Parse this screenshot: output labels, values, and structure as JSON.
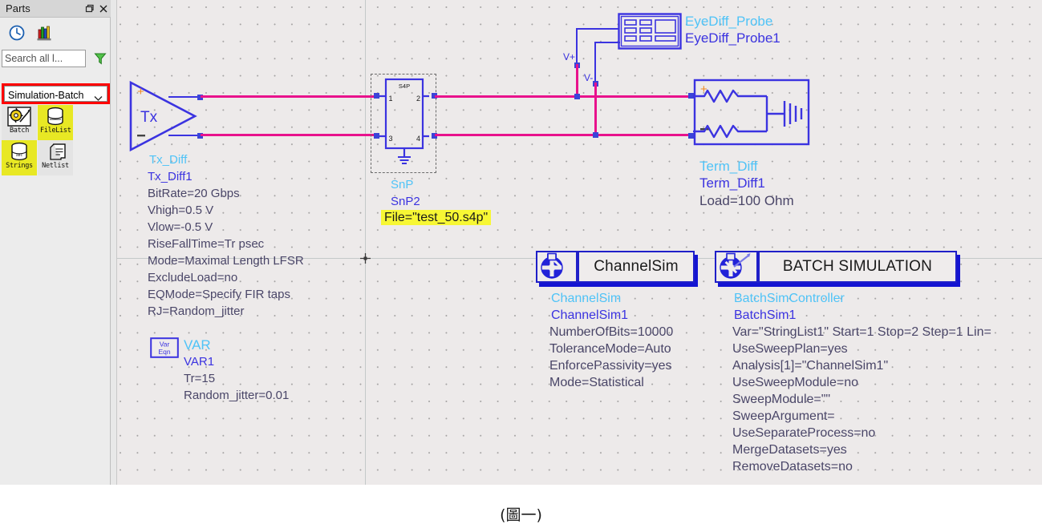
{
  "panel": {
    "title": "Parts",
    "titlebar_buttons": [
      {
        "name": "float-button",
        "icon": "float-icon"
      },
      {
        "name": "close-button",
        "icon": "close-icon"
      }
    ],
    "toolbar": [
      {
        "name": "recent-parts-button",
        "icon": "clock-icon",
        "title": "History"
      },
      {
        "name": "part-libraries-button",
        "icon": "library-icon",
        "title": "Libraries"
      }
    ],
    "search": {
      "value": "",
      "placeholder": "Search all l..."
    },
    "filter_icon": "funnel-icon",
    "category": {
      "selected": "Simulation-Batch",
      "chevron": "chevron-down-icon",
      "highlight_color": "#ff0000"
    },
    "parts": [
      {
        "label": "Batch",
        "icon": "batch-icon",
        "selected": false
      },
      {
        "label": "FileList",
        "icon": "filelist-icon",
        "selected": true
      },
      {
        "label": "Strings",
        "icon": "strings-icon",
        "selected": true
      },
      {
        "label": "Netlist",
        "icon": "netlist-icon",
        "selected": false
      }
    ]
  },
  "schematic": {
    "tx": {
      "symbol_label": "Tx",
      "plus": "+",
      "minus": "-",
      "name": "Tx_Diff",
      "instance": "Tx_Diff1",
      "params": [
        "BitRate=20 Gbps",
        "Vhigh=0.5 V",
        "Vlow=-0.5 V",
        "RiseFallTime=Tr psec",
        "Mode=Maximal Length LFSR",
        "ExcludeLoad=no",
        "EQMode=Specify FIR taps",
        "RJ=Random_jitter"
      ]
    },
    "var": {
      "symbol_line1": "Var",
      "symbol_line2": "Eqn",
      "name": "VAR",
      "instance": "VAR1",
      "params": [
        "Tr=15",
        "Random_jitter=0.01"
      ]
    },
    "snp": {
      "symbol_label": "S4P",
      "pins": [
        "1",
        "2",
        "3",
        "4"
      ],
      "name": "SnP",
      "instance": "SnP2",
      "file_param": "File=\"test_50.s4p\"",
      "file_param_highlighted": true
    },
    "probe": {
      "name": "EyeDiff_Probe",
      "instance": "EyeDiff_Probe1",
      "port_plus": "V+",
      "port_minus": "V-"
    },
    "term": {
      "plus": "+",
      "minus": "-",
      "name": "Term_Diff",
      "instance": "Term_Diff1",
      "params": [
        "Load=100 Ohm"
      ]
    },
    "channelsim_box": {
      "label": "ChannelSim",
      "icon": "gear-sim-icon"
    },
    "batchsim_box": {
      "label": "BATCH SIMULATION",
      "icon": "gear-batch-icon"
    },
    "channelsim": {
      "name": "ChannelSim",
      "instance": "ChannelSim1",
      "params": [
        "NumberOfBits=10000",
        "ToleranceMode=Auto",
        "EnforcePassivity=yes",
        "Mode=Statistical"
      ]
    },
    "batchsim": {
      "name": "BatchSimController",
      "instance": "BatchSim1",
      "params": [
        "Var=\"StringList1\" Start=1 Stop=2 Step=1 Lin=",
        "UseSweepPlan=yes",
        "Analysis[1]=\"ChannelSim1\"",
        "UseSweepModule=no",
        "SweepModule=\"\"",
        "SweepArgument=",
        "UseSeparateProcess=no",
        "MergeDatasets=yes",
        "RemoveDatasets=no"
      ]
    },
    "colors": {
      "wire": "#e8128c",
      "symbol": "#3b33e0",
      "name_text": "#4fc3f7",
      "param_text": "#4a4668",
      "highlight": "#f7f734"
    }
  },
  "caption": "(圖一)"
}
